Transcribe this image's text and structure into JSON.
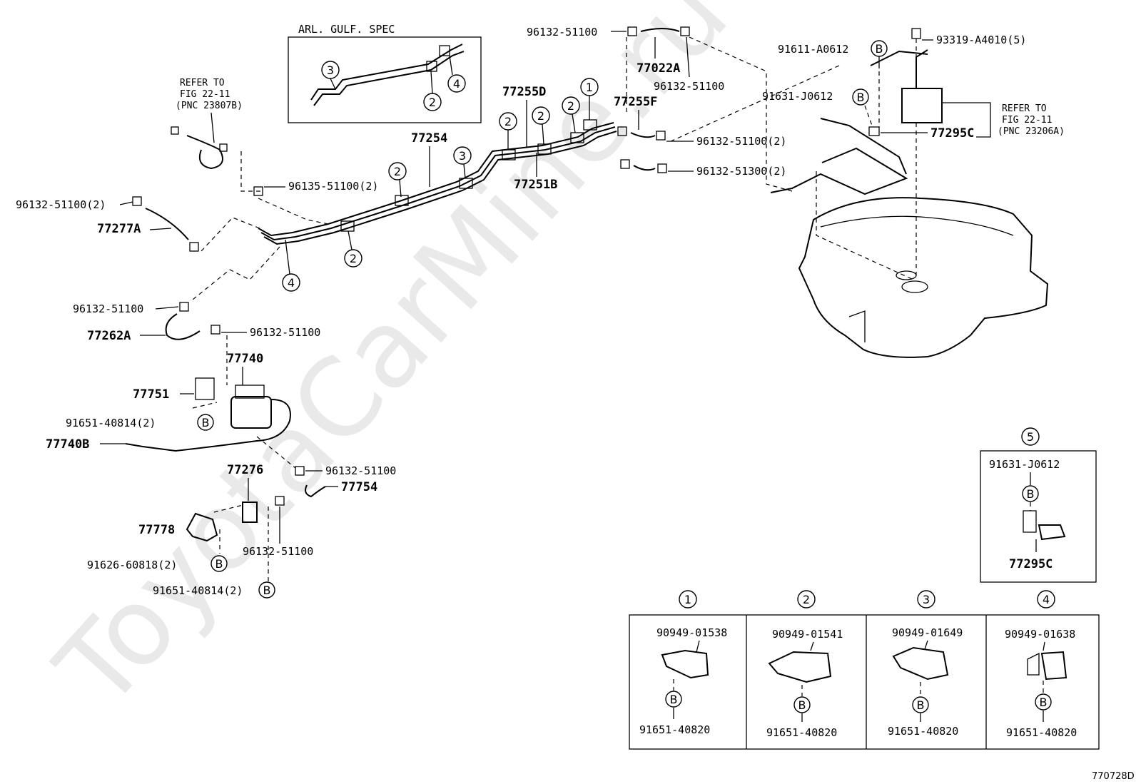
{
  "watermark": "ToyotaCarMine.ru",
  "figure_id": "770728D",
  "inset_title": "ARL. GULF. SPEC",
  "refer_left": {
    "l1": "REFER TO",
    "l2": "FIG 22-11",
    "l3": "(PNC 23807B)"
  },
  "refer_right": {
    "l1": "REFER TO",
    "l2": "FIG 22-11",
    "l3": "(PNC 23206A)"
  },
  "labels": {
    "p96132_top_left": "96132-51100",
    "p77022A": "77022A",
    "p96132_top_right": "96132-51100",
    "p91611": "91611-A0612",
    "p93319": "93319-A4010(5)",
    "p91631": "91631-J0612",
    "p77295C": "77295C",
    "p77255D": "77255D",
    "p77255F": "77255F",
    "p96132_2a": "96132-51100(2)",
    "p96132_51300": "96132-51300(2)",
    "p77254": "77254",
    "p77251B": "77251B",
    "p96135": "96135-51100(2)",
    "p96132_2_left": "96132-51100(2)",
    "p77277A": "77277A",
    "p96132_mid": "96132-51100",
    "p77262A": "77262A",
    "p96132_mid2": "96132-51100",
    "p77740": "77740",
    "p77751": "77751",
    "p91651_2": "91651-40814(2)",
    "p77740B": "77740B",
    "p96132_low": "96132-51100",
    "p77276": "77276",
    "p77754": "77754",
    "p77778": "77778",
    "p96132_low2": "96132-51100",
    "p91626": "91626-60818(2)",
    "p91651_3": "91651-40814(2)"
  },
  "callouts": {
    "c1": "1",
    "c2": "2",
    "c3": "3",
    "c4": "4",
    "c5": "5",
    "b": "B"
  },
  "detail5": {
    "num": "5",
    "top": "91631-J0612",
    "bottom": "77295C"
  },
  "details": [
    {
      "num": "1",
      "top": "90949-01538",
      "bottom": "91651-40820"
    },
    {
      "num": "2",
      "top": "90949-01541",
      "bottom": "91651-40820"
    },
    {
      "num": "3",
      "top": "90949-01649",
      "bottom": "91651-40820"
    },
    {
      "num": "4",
      "top": "90949-01638",
      "bottom": "91651-40820"
    }
  ]
}
